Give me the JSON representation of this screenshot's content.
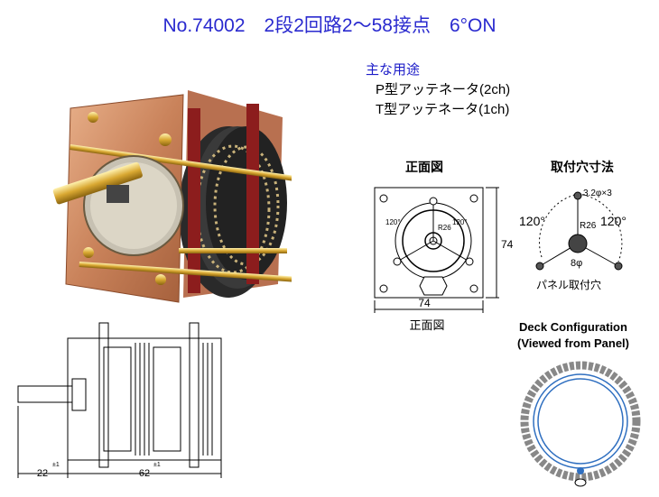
{
  "title": "No.74002　2段2回路2～58接点　6°ON",
  "uses": {
    "heading": "主な用途",
    "items": [
      "P型アッテネータ(2ch)",
      "T型アッテネータ(1ch)"
    ]
  },
  "front_view": {
    "heading": "正面図",
    "dim_width": "74",
    "dim_height": "74",
    "radius_label": "R26",
    "angle_left": "120°",
    "angle_right": "120°",
    "caption": "正面図"
  },
  "mounting": {
    "heading": "取付穴寸法",
    "hole_label": "3.2φ×3",
    "radius_label": "R26",
    "angle_left": "120°",
    "angle_right": "120°",
    "center_label": "8φ",
    "caption": "パネル取付穴"
  },
  "deck": {
    "heading_line1": "Deck Configuration",
    "heading_line2": "(Viewed from Panel)"
  },
  "side_view": {
    "dim_shaft": "22",
    "tol_shaft": "±1",
    "dim_body": "62",
    "tol_body": "±1"
  }
}
